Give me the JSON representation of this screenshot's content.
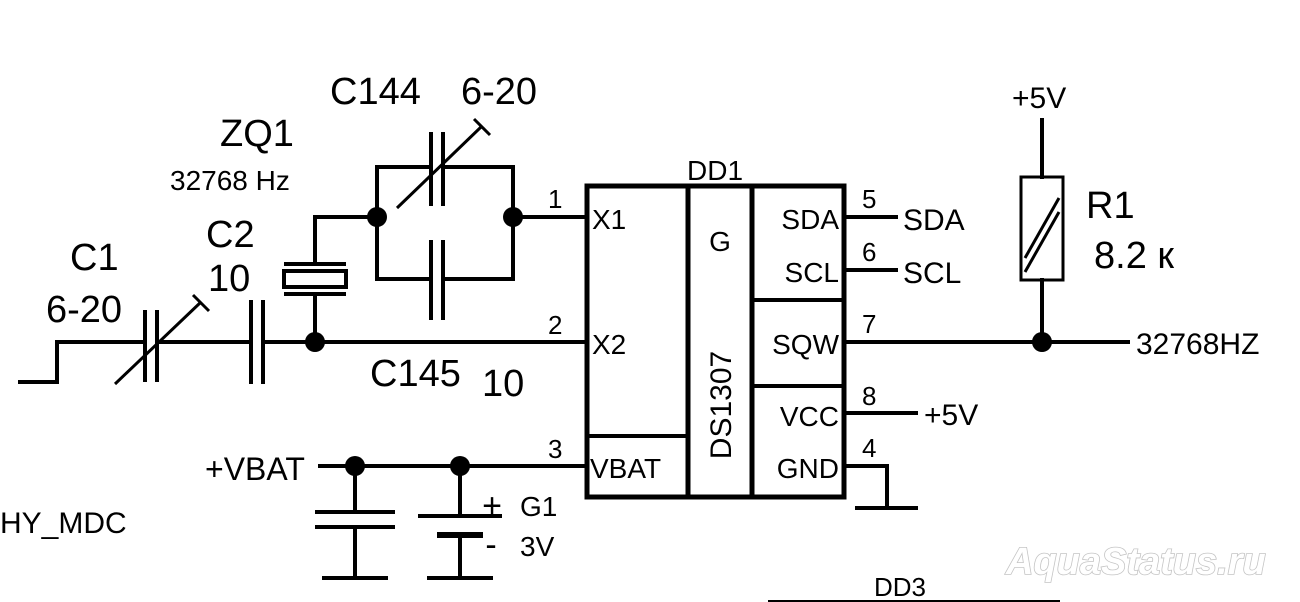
{
  "labels": {
    "c144": "C144",
    "c144_value": "6-20",
    "zq1": "ZQ1",
    "zq1_freq": "32768 Hz",
    "dd1": "DD1",
    "c1": "C1",
    "c1_value": "6-20",
    "c2": "C2",
    "c2_value": "10",
    "c145": "C145",
    "c145_value": "10",
    "vbat_net": "+VBAT",
    "hy_mdc": "HY_MDC",
    "g1": "G1",
    "g1_voltage": "3V",
    "dd3": "DD3",
    "r1": "R1",
    "r1_value": "8.2 к",
    "r1_supply": "+5V",
    "net_32768": "32768HZ",
    "vcc_supply": "+5V",
    "net_sda": "SDA",
    "net_scl": "SCL",
    "watermark": "AquaStatus.ru"
  },
  "chip": {
    "name": "DS1307",
    "g": "G",
    "left_pins": [
      {
        "name": "X1",
        "num": "1"
      },
      {
        "name": "X2",
        "num": "2"
      },
      {
        "name": "VBAT",
        "num": "3"
      }
    ],
    "right_pins": [
      {
        "name": "SDA",
        "num": "5"
      },
      {
        "name": "SCL",
        "num": "6"
      },
      {
        "name": "SQW",
        "num": "7"
      },
      {
        "name": "VCC",
        "num": "8"
      },
      {
        "name": "GND",
        "num": "4"
      }
    ]
  },
  "battery": {
    "plus": "+",
    "minus": "-"
  }
}
